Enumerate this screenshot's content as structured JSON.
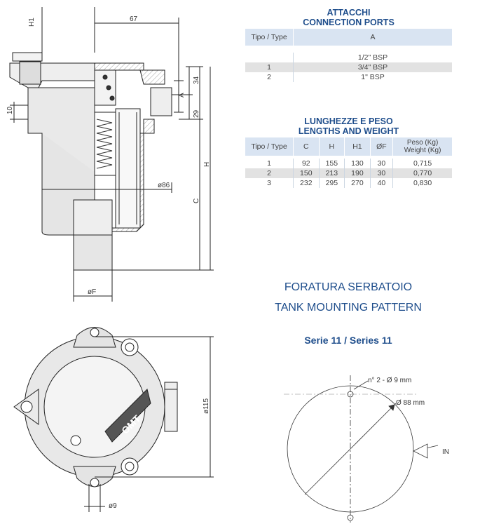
{
  "drawing_dims": {
    "h1": "H1",
    "d67": "67",
    "d10": "10",
    "d34": "34",
    "d29": "29",
    "a": "A",
    "h": "H",
    "c": "C",
    "d86": "ø86",
    "f": "øF",
    "d115": "ø115",
    "d9": "ø9",
    "logo": "OMT"
  },
  "ports": {
    "title_it": "ATTACCHI",
    "title_en": "CONNECTION PORTS",
    "headers": [
      "Tipo / Type",
      "A"
    ],
    "rows": [
      [
        "",
        "1/2\" BSP"
      ],
      [
        "1",
        "3/4\" BSP"
      ],
      [
        "2",
        "1\" BSP"
      ]
    ]
  },
  "lengths": {
    "title_it": "LUNGHEZZE E PESO",
    "title_en": "LENGTHS AND WEIGHT",
    "headers": [
      "Tipo / Type",
      "C",
      "H",
      "H1",
      "ØF",
      "Peso (Kg)",
      "Weight (Kg)"
    ],
    "rows": [
      [
        "1",
        "92",
        "155",
        "130",
        "30",
        "0,715"
      ],
      [
        "2",
        "150",
        "213",
        "190",
        "30",
        "0,770"
      ],
      [
        "3",
        "232",
        "295",
        "270",
        "40",
        "0,830"
      ]
    ]
  },
  "mounting": {
    "title_it": "FORATURA SERBATOIO",
    "title_en": "TANK MOUNTING PATTERN",
    "series": "Serie 11 / Series 11",
    "holes": "n° 2 - Ø 9 mm",
    "diameter": "Ø 88 mm",
    "in_label": "IN"
  }
}
